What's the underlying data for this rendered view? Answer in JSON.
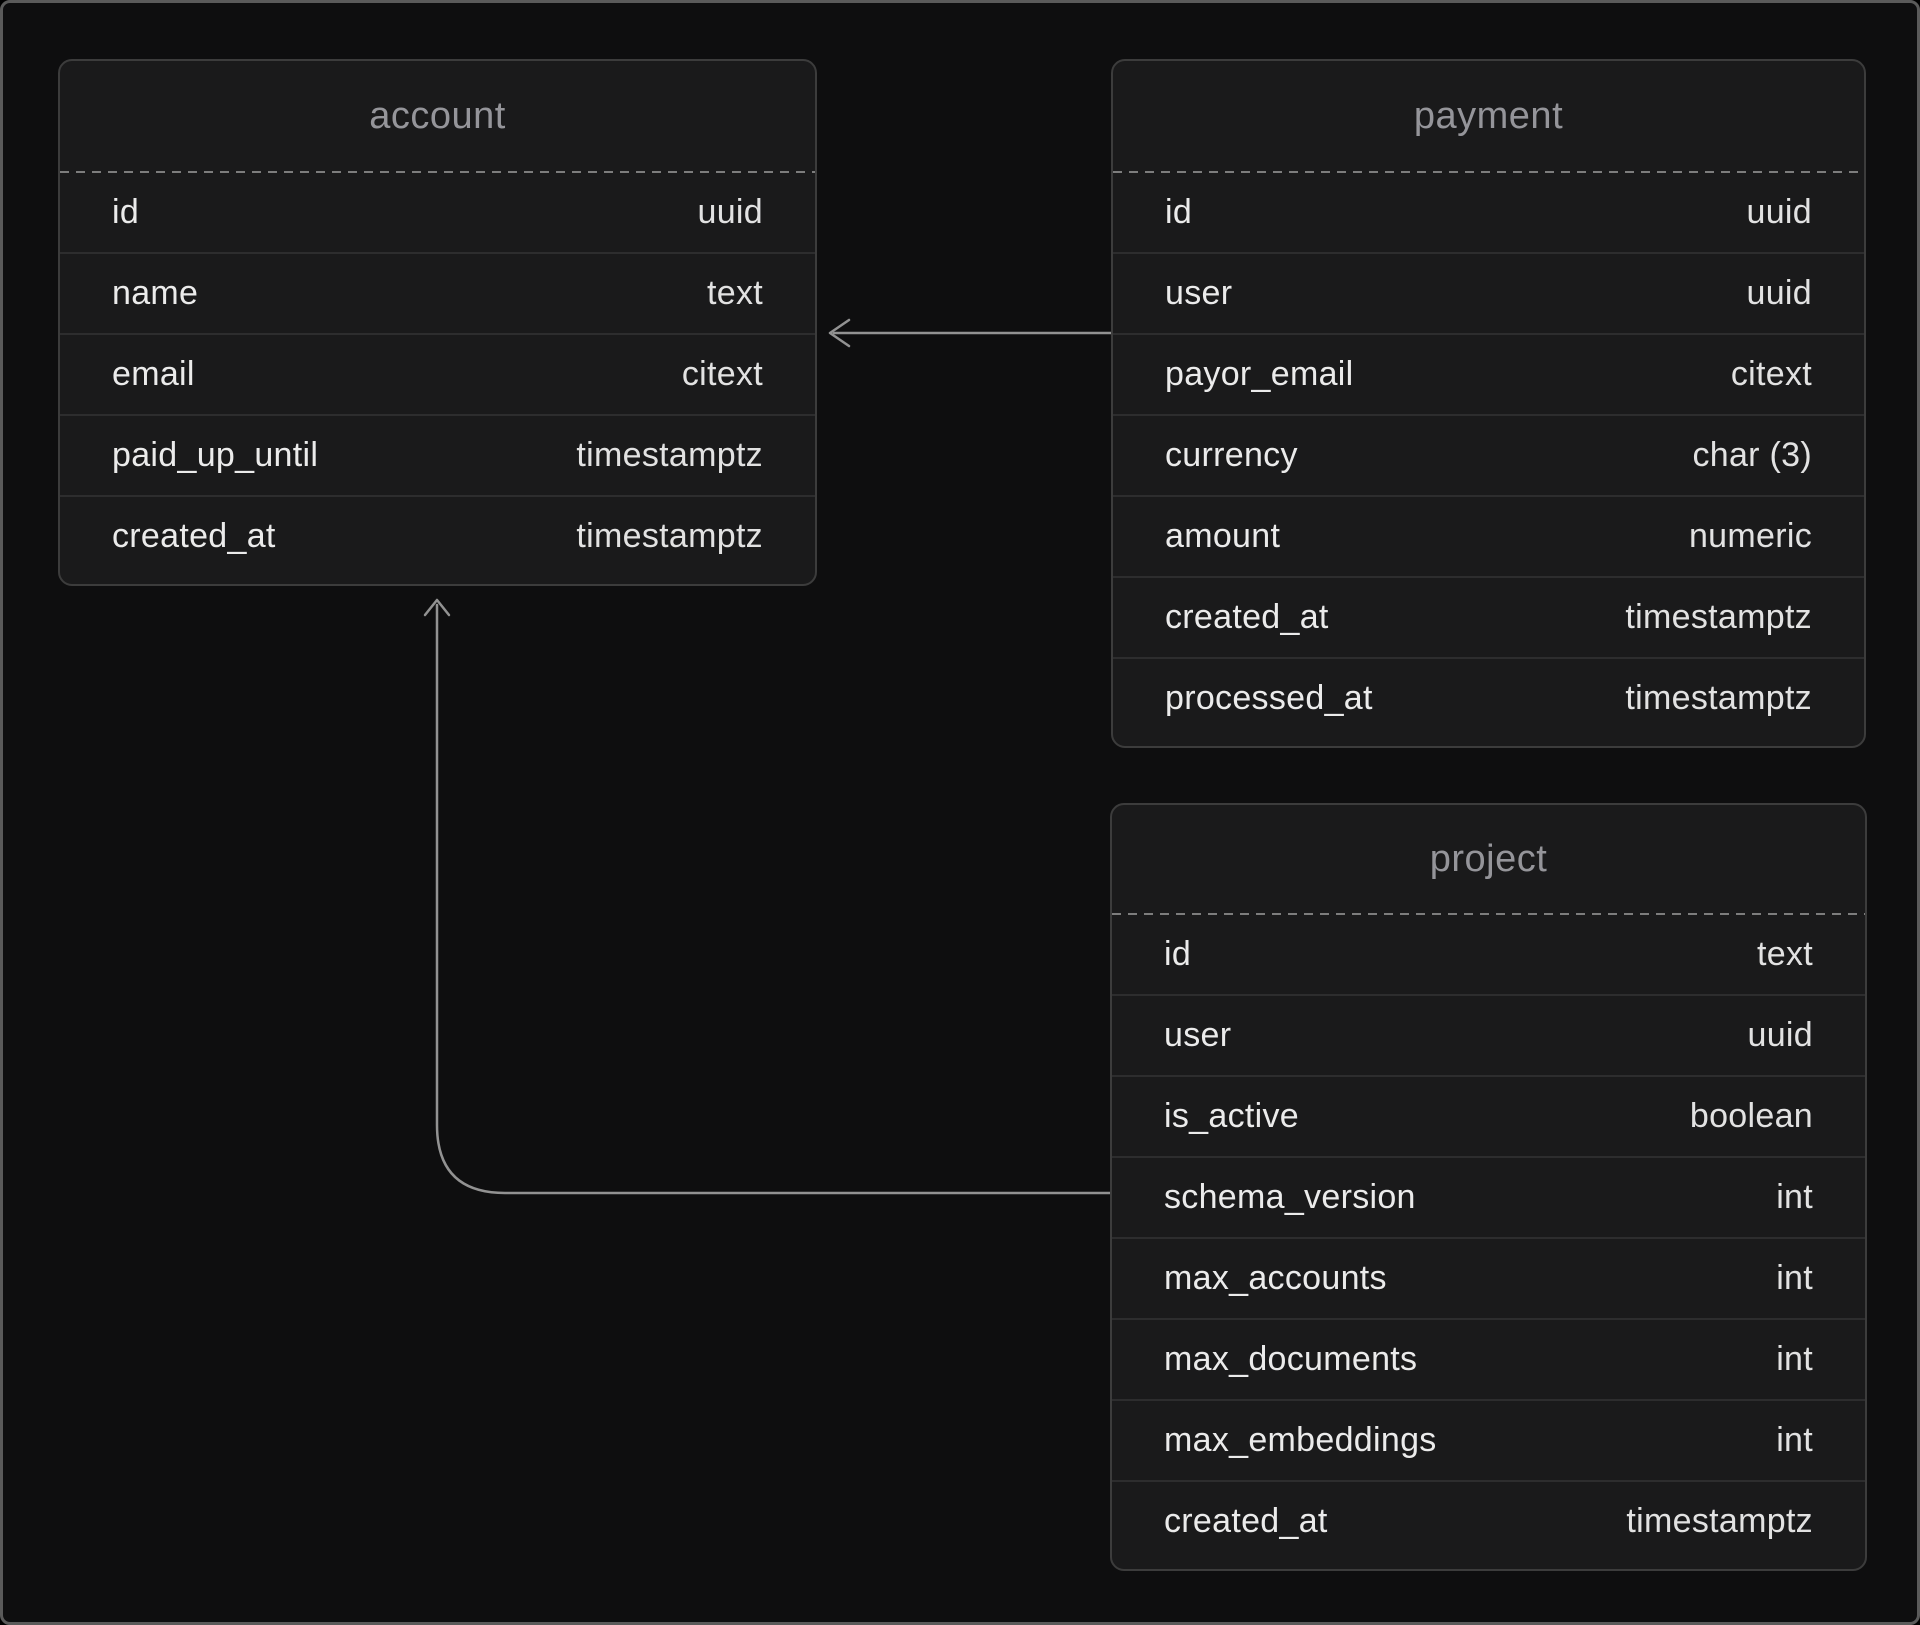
{
  "diagram": {
    "tables": [
      {
        "name": "account",
        "columns": [
          {
            "name": "id",
            "type": "uuid"
          },
          {
            "name": "name",
            "type": "text"
          },
          {
            "name": "email",
            "type": "citext"
          },
          {
            "name": "paid_up_until",
            "type": "timestamptz"
          },
          {
            "name": "created_at",
            "type": "timestamptz"
          }
        ]
      },
      {
        "name": "payment",
        "columns": [
          {
            "name": "id",
            "type": "uuid"
          },
          {
            "name": "user",
            "type": "uuid"
          },
          {
            "name": "payor_email",
            "type": "citext"
          },
          {
            "name": "currency",
            "type": "char (3)"
          },
          {
            "name": "amount",
            "type": "numeric"
          },
          {
            "name": "created_at",
            "type": "timestamptz"
          },
          {
            "name": "processed_at",
            "type": "timestamptz"
          }
        ]
      },
      {
        "name": "project",
        "columns": [
          {
            "name": "id",
            "type": "text"
          },
          {
            "name": "user",
            "type": "uuid"
          },
          {
            "name": "is_active",
            "type": "boolean"
          },
          {
            "name": "schema_version",
            "type": "int"
          },
          {
            "name": "max_accounts",
            "type": "int"
          },
          {
            "name": "max_documents",
            "type": "int"
          },
          {
            "name": "max_embeddings",
            "type": "int"
          },
          {
            "name": "created_at",
            "type": "timestamptz"
          }
        ]
      }
    ],
    "relations": [
      {
        "from": "payment",
        "to": "account"
      },
      {
        "from": "project",
        "to": "account"
      }
    ]
  },
  "colors": {
    "canvas_bg": "#0e0e0f",
    "frame": "#5a5a5a",
    "table_bg": "#1a1a1b",
    "table_border": "#3c3c3c",
    "row_divider": "#2d2d2e",
    "header_text": "#95959a",
    "field_text": "#ebebeb",
    "type_text": "#e2e2e2",
    "separator": "#7d7d7d",
    "wire": "#929292"
  }
}
